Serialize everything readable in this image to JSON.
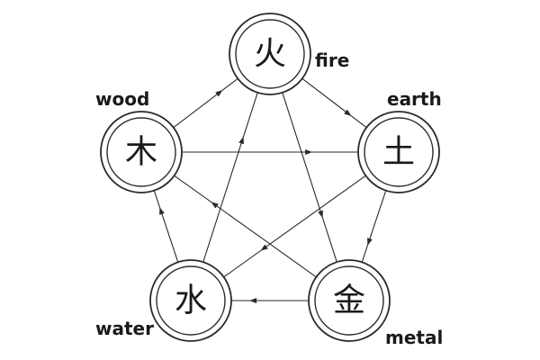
{
  "diagram": {
    "nodes": [
      {
        "id": "fire",
        "glyph": "火",
        "label": "fire"
      },
      {
        "id": "earth",
        "glyph": "土",
        "label": "earth"
      },
      {
        "id": "metal",
        "glyph": "金",
        "label": "metal"
      },
      {
        "id": "water",
        "glyph": "水",
        "label": "water"
      },
      {
        "id": "wood",
        "glyph": "木",
        "label": "wood"
      }
    ],
    "generating_cycle": [
      {
        "from": "wood",
        "to": "fire"
      },
      {
        "from": "fire",
        "to": "earth"
      },
      {
        "from": "earth",
        "to": "metal"
      },
      {
        "from": "metal",
        "to": "water"
      },
      {
        "from": "water",
        "to": "wood"
      }
    ],
    "controlling_cycle": [
      {
        "from": "wood",
        "to": "earth"
      },
      {
        "from": "earth",
        "to": "water"
      },
      {
        "from": "water",
        "to": "fire"
      },
      {
        "from": "fire",
        "to": "metal"
      },
      {
        "from": "metal",
        "to": "wood"
      }
    ],
    "colors": {
      "stroke": "#2a2a2a",
      "background": "#ffffff"
    }
  }
}
